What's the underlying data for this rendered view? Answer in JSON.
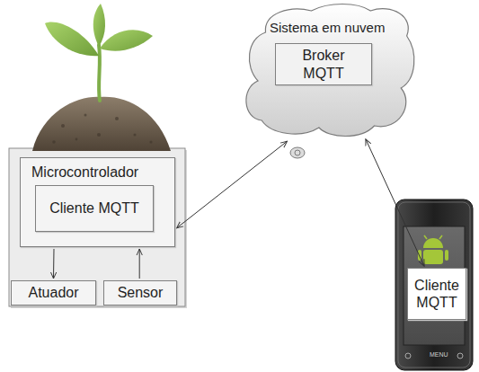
{
  "diagram": {
    "nodes": [
      {
        "text": [
          "Microcontrolador"
        ]
      },
      {
        "text": [
          "Cliente MQTT"
        ],
        "in": 0
      },
      {
        "text": [
          "Atuador"
        ]
      },
      {
        "text": [
          "Sensor"
        ]
      },
      {
        "text": [
          "Sistema em nuvem"
        ]
      },
      {
        "text": [
          "Broker MQTT"
        ],
        "in": 4
      },
      {
        "text": [
          "Cliente MQTT"
        ]
      }
    ],
    "edges": [
      {
        "from": 0,
        "to": 2,
        "arrow": "to"
      },
      {
        "from": 3,
        "to": 0,
        "arrow": "to"
      },
      {
        "from": 0,
        "to": 4,
        "arrow": "both"
      },
      {
        "from": 4,
        "to": 6,
        "arrow": "both"
      }
    ],
    "labels": [
      "MENU"
    ]
  }
}
